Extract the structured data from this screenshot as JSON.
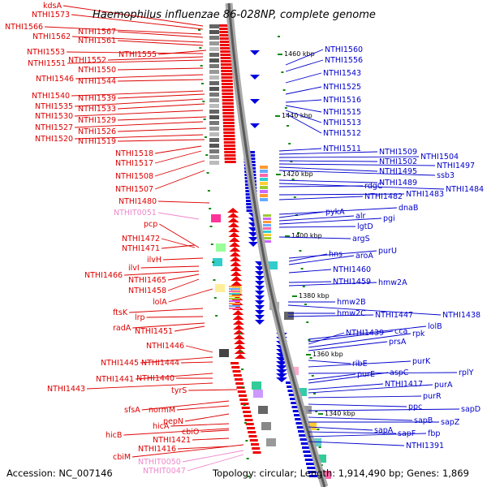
{
  "title": "Haemophilus influenzae 86-028NP, complete genome",
  "accession": "Accession: NC_007146",
  "summary": "Topology: circular; Length: 1,914,490 bp; Genes: 1,869",
  "colors": {
    "left_label": "#dd0000",
    "rna_label": "#ee88cc",
    "right_label": "#0000cc",
    "fwd_gene": "#ee0000",
    "rev_gene": "#0000dd",
    "backbone": "#888888",
    "tick_mark": "#118811"
  },
  "ticks": [
    {
      "label": "1460 kbp"
    },
    {
      "label": "1440 kbp"
    },
    {
      "label": "1420 kbp"
    },
    {
      "label": "1400 kbp"
    },
    {
      "label": "1380 kbp"
    },
    {
      "label": "1360 kbp"
    },
    {
      "label": "1340 kbp"
    }
  ],
  "left_labels": [
    {
      "text": "kdsA"
    },
    {
      "text": "NTHI1573"
    },
    {
      "text": "NTHI1566"
    },
    {
      "text": "NTHI1567"
    },
    {
      "text": "NTHI1562"
    },
    {
      "text": "NTHI1561"
    },
    {
      "text": "NTHI1553"
    },
    {
      "text": "NTHI1555"
    },
    {
      "text": "NTHI1552"
    },
    {
      "text": "NTHI1551"
    },
    {
      "text": "NTHI1550"
    },
    {
      "text": "NTHI1546"
    },
    {
      "text": "NTHI1544"
    },
    {
      "text": "NTHI1540"
    },
    {
      "text": "NTHI1539"
    },
    {
      "text": "NTHI1535"
    },
    {
      "text": "NTHI1533"
    },
    {
      "text": "NTHI1530"
    },
    {
      "text": "NTHI1529"
    },
    {
      "text": "NTHI1527"
    },
    {
      "text": "NTHI1526"
    },
    {
      "text": "NTHI1520"
    },
    {
      "text": "NTHI1519"
    },
    {
      "text": "NTHI1518"
    },
    {
      "text": "NTHI1517"
    },
    {
      "text": "NTHI1508"
    },
    {
      "text": "NTHI1507"
    },
    {
      "text": "NTHI1480"
    },
    {
      "text": "NTHIT0051"
    },
    {
      "text": "pcp"
    },
    {
      "text": "NTHI1472"
    },
    {
      "text": "NTHI1471"
    },
    {
      "text": "ilvH"
    },
    {
      "text": "ilvI"
    },
    {
      "text": "NTHI1466"
    },
    {
      "text": "NTHI1465"
    },
    {
      "text": "NTHI1458"
    },
    {
      "text": "lolA"
    },
    {
      "text": "ftsK"
    },
    {
      "text": "lrp"
    },
    {
      "text": "radA"
    },
    {
      "text": "NTHI1451"
    },
    {
      "text": "NTHI1446"
    },
    {
      "text": "NTHI1445"
    },
    {
      "text": "NTHI1444"
    },
    {
      "text": "NTHI1441"
    },
    {
      "text": "NTHI1440"
    },
    {
      "text": "NTHI1443"
    },
    {
      "text": "tyrS"
    },
    {
      "text": "sfsA"
    },
    {
      "text": "normM"
    },
    {
      "text": "pepN"
    },
    {
      "text": "hicA"
    },
    {
      "text": "cbiO"
    },
    {
      "text": "hicB"
    },
    {
      "text": "NTHI1421"
    },
    {
      "text": "NTHI1416"
    },
    {
      "text": "cbiM"
    },
    {
      "text": "NTHIT0050"
    },
    {
      "text": "NTHIT0047"
    }
  ],
  "right_labels": [
    {
      "text": "NTHI1560"
    },
    {
      "text": "NTHI1556"
    },
    {
      "text": "NTHI1543"
    },
    {
      "text": "NTHI1525"
    },
    {
      "text": "NTHI1516"
    },
    {
      "text": "NTHI1515"
    },
    {
      "text": "NTHI1513"
    },
    {
      "text": "NTHI1512"
    },
    {
      "text": "NTHI1511"
    },
    {
      "text": "NTHI1509"
    },
    {
      "text": "NTHI1504"
    },
    {
      "text": "NTHI1502"
    },
    {
      "text": "NTHI1497"
    },
    {
      "text": "NTHI1495"
    },
    {
      "text": "ssb3"
    },
    {
      "text": "NTHI1489"
    },
    {
      "text": "NTHI1484"
    },
    {
      "text": "rdgC"
    },
    {
      "text": "NTHI1483"
    },
    {
      "text": "NTHI1482"
    },
    {
      "text": "dnaB"
    },
    {
      "text": "pykA"
    },
    {
      "text": "alr"
    },
    {
      "text": "pgi"
    },
    {
      "text": "lgtD"
    },
    {
      "text": "argS"
    },
    {
      "text": "purU"
    },
    {
      "text": "hns"
    },
    {
      "text": "aroA"
    },
    {
      "text": "NTHI1460"
    },
    {
      "text": "NTHI1459"
    },
    {
      "text": "hmw2A"
    },
    {
      "text": "hmw2B"
    },
    {
      "text": "NTHI1438"
    },
    {
      "text": "hmw2C"
    },
    {
      "text": "NTHI1447"
    },
    {
      "text": "lolB"
    },
    {
      "text": "cca"
    },
    {
      "text": "NTHI1439"
    },
    {
      "text": "rpk"
    },
    {
      "text": "prsA"
    },
    {
      "text": "ribE"
    },
    {
      "text": "purK"
    },
    {
      "text": "rplY"
    },
    {
      "text": "purE"
    },
    {
      "text": "aspC"
    },
    {
      "text": "NTHI1417"
    },
    {
      "text": "purA"
    },
    {
      "text": "purR"
    },
    {
      "text": "ppc"
    },
    {
      "text": "sapD"
    },
    {
      "text": "sapB"
    },
    {
      "text": "sapZ"
    },
    {
      "text": "sapA"
    },
    {
      "text": "sapF"
    },
    {
      "text": "fbp"
    },
    {
      "text": "NTHI1391"
    }
  ]
}
